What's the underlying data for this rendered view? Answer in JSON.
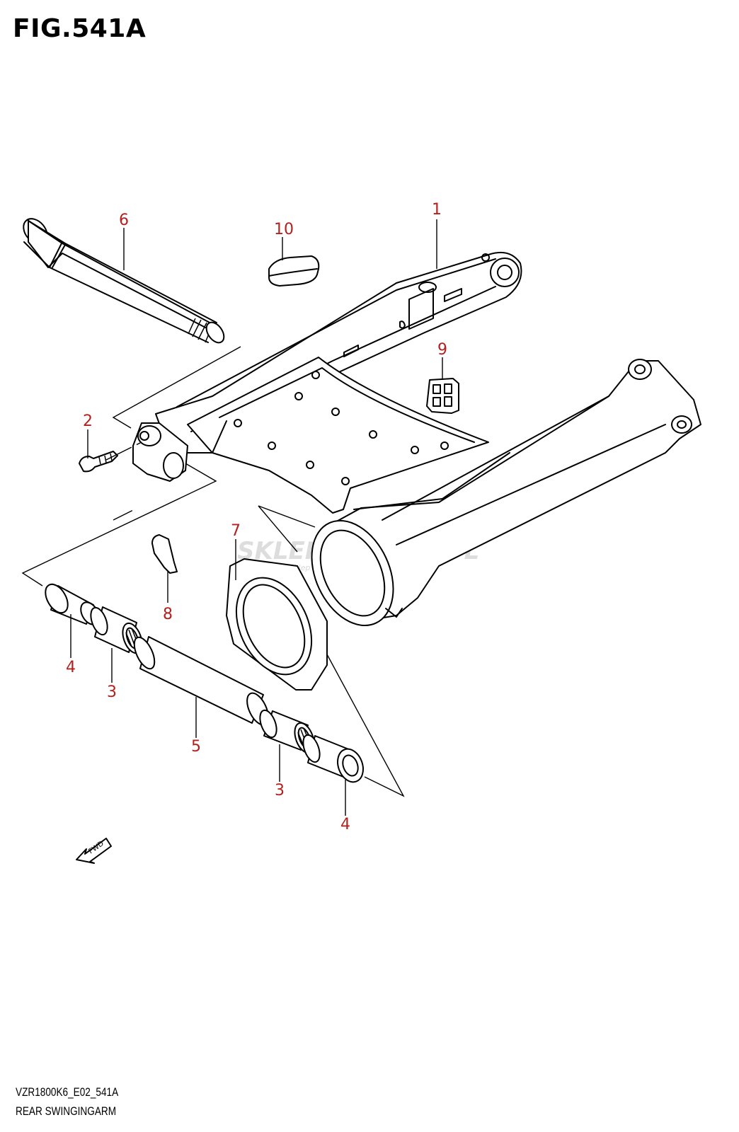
{
  "figure": {
    "title": "FIG.541A"
  },
  "callouts": [
    {
      "id": "callout-1",
      "label": "1"
    },
    {
      "id": "callout-2",
      "label": "2"
    },
    {
      "id": "callout-3a",
      "label": "3"
    },
    {
      "id": "callout-3b",
      "label": "3"
    },
    {
      "id": "callout-4a",
      "label": "4"
    },
    {
      "id": "callout-4b",
      "label": "4"
    },
    {
      "id": "callout-5",
      "label": "5"
    },
    {
      "id": "callout-6",
      "label": "6"
    },
    {
      "id": "callout-7",
      "label": "7"
    },
    {
      "id": "callout-8",
      "label": "8"
    },
    {
      "id": "callout-9",
      "label": "9"
    },
    {
      "id": "callout-10",
      "label": "10"
    }
  ],
  "watermark": {
    "main": "SKLEPMOTO46.PL",
    "sub": "internetowy sklep motocyklowy"
  },
  "fwd_arrow": {
    "label": "FWD"
  },
  "footer": {
    "code": "VZR1800K6_E02_541A",
    "name": "REAR SWINGINGARM"
  }
}
